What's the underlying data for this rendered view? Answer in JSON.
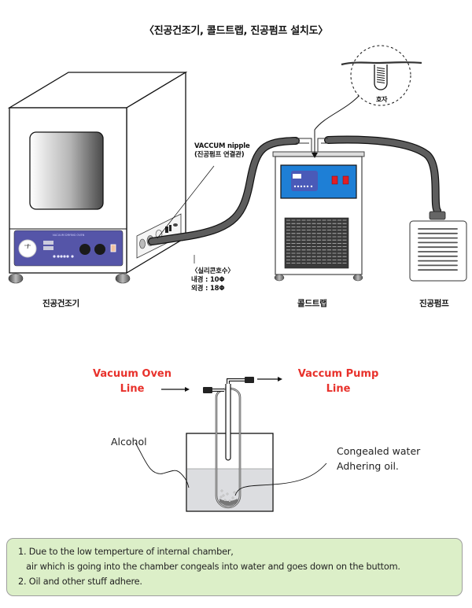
{
  "title": "〈진공건조기, 콜드트랩, 진공펌프 설치도〉",
  "installation_diagram": {
    "labels": {
      "vacuum_oven": "진공건조기",
      "cold_trap": "콜드트랩",
      "vacuum_pump": "진공펌프"
    },
    "callouts": {
      "vaccum_nipple_line1": "VACCUM nipple",
      "vaccum_nipple_line2": "(진공펌프 연결관)",
      "hose_title": "〈실리콘호수〉",
      "hose_inner": "내경 : 10Φ",
      "hose_outer": "외경 : 18Φ",
      "detail_label": "호자"
    },
    "oven_panel_text": "VACUUM DRYING OVEN",
    "colors": {
      "oven_panel": "#5555a8",
      "cold_trap_panel": "#1e7fd6",
      "switch_red": "#e01e26",
      "hose": "#555555"
    }
  },
  "cold_trap_diagram": {
    "inlet_label_line1": "Vacuum Oven",
    "inlet_label_line2": "Line",
    "outlet_label_line1": "Vaccum Pump",
    "outlet_label_line2": "Line",
    "alcohol_label": "Alcohol",
    "residue_label_line1": "Congealed water",
    "residue_label_line2": "Adhering oil.",
    "colors": {
      "label_red": "#e8312b",
      "liquid": "#dcdde0"
    }
  },
  "notes": [
    "1. Due to the low temperture of internal chamber,",
    "   air which is going into the chamber congeals into water and goes down on the buttom.",
    "2. Oil and other stuff adhere."
  ],
  "note_colors": {
    "background": "#dcefc8",
    "border": "#9e9e9e"
  }
}
